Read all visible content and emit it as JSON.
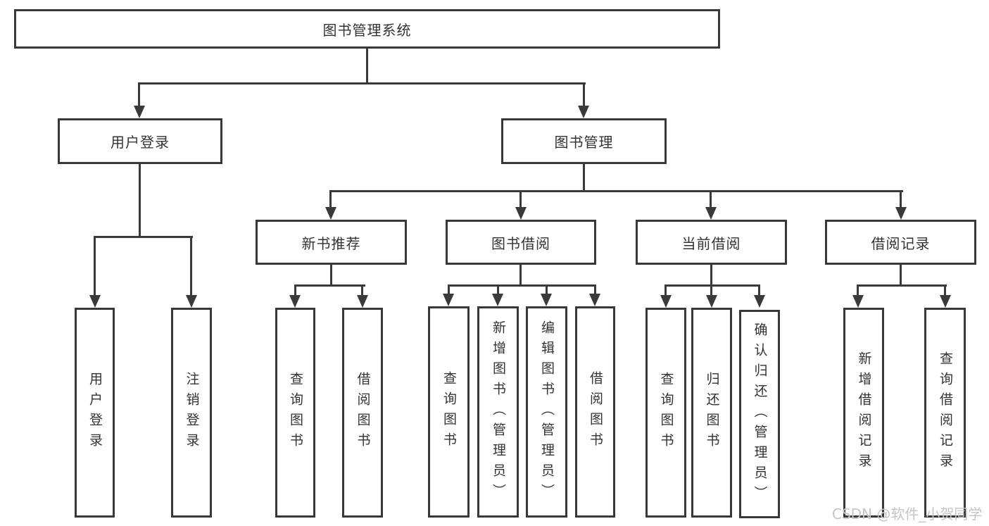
{
  "root": {
    "label": "图书管理系统"
  },
  "level1": [
    {
      "label": "用户登录"
    },
    {
      "label": "图书管理"
    }
  ],
  "level2": [
    {
      "label": "新书推荐"
    },
    {
      "label": "图书借阅"
    },
    {
      "label": "当前借阅"
    },
    {
      "label": "借阅记录"
    }
  ],
  "leaves": {
    "user_login": [
      "用户登录",
      "注销登录"
    ],
    "new_book": [
      "查询图书",
      "借阅图书"
    ],
    "book_borrow": [
      "查询图书",
      "新增图书（管理员）",
      "编辑图书（管理员）",
      "借阅图书"
    ],
    "current_borrow": [
      "查询图书",
      "归还图书",
      "确认归还（管理员）"
    ],
    "borrow_records": [
      "新增借阅记录",
      "查询借阅记录"
    ]
  },
  "watermark": "CSDN @软件_小贺同学",
  "colors": {
    "line": "#3a3a3a",
    "border": "#383838",
    "text": "#333333",
    "watermark": "#c5c5c5",
    "background": "#ffffff"
  }
}
